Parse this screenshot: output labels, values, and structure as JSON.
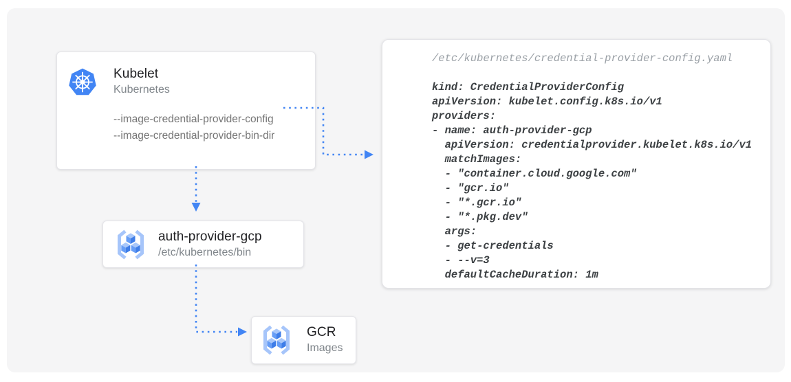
{
  "colors": {
    "arrow_blue": "#4285F4",
    "kubernetes_blue": "#4285F4",
    "cube_top": "#A8C7FA",
    "cube_left": "#669DF6",
    "cube_right": "#3E7DE8",
    "bracket_blue": "#A6C5FA",
    "canvas_background": "#F5F5F6",
    "code_header_gray": "#9AA0A6",
    "code_body_gray": "#3C4043"
  },
  "nodes": {
    "kubelet": {
      "title": "Kubelet",
      "subtitle": "Kubernetes",
      "icon": "kubernetes-icon",
      "flags": [
        "--image-credential-provider-config",
        "--image-credential-provider-bin-dir"
      ]
    },
    "auth_provider": {
      "title": "auth-provider-gcp",
      "subtitle": "/etc/kubernetes/bin",
      "icon": "gcr-registry-icon"
    },
    "gcr": {
      "title": "GCR",
      "subtitle": "Images",
      "icon": "gcr-registry-icon"
    }
  },
  "code_panel": {
    "filename": "/etc/kubernetes/credential-provider-config.yaml",
    "lines": [
      "kind: CredentialProviderConfig",
      "apiVersion: kubelet.config.k8s.io/v1",
      "providers:",
      "- name: auth-provider-gcp",
      "  apiVersion: credentialprovider.kubelet.k8s.io/v1",
      "  matchImages:",
      "  - \"container.cloud.google.com\"",
      "  - \"gcr.io\"",
      "  - \"*.gcr.io\"",
      "  - \"*.pkg.dev\"",
      "  args:",
      "  - get-credentials",
      "  - --v=3",
      "  defaultCacheDuration: 1m"
    ]
  }
}
